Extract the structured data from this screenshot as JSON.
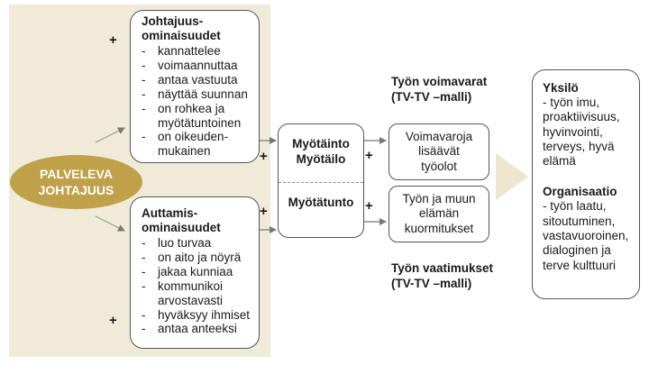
{
  "leadership": "PALVELEVA\nJOHTAJUUS",
  "leadership_qualities": {
    "title": "Johtajuus-\nominaisuudet",
    "items": [
      "kannattelee",
      "voimaannuttaa",
      "antaa vastuuta",
      "näyttää suunnan",
      "on rohkea ja\nmyötätuntoinen",
      "on oikeuden-\nmukainen"
    ]
  },
  "helping_qualities": {
    "title": "Auttamis-\nominaisuudet",
    "items": [
      "luo turvaa",
      "on aito ja nöyrä",
      "jakaa kunniaa",
      "kommunikoi\narvostavasti",
      "hyväksyy ihmiset",
      "antaa anteeksi"
    ]
  },
  "empathy_box": {
    "top": "Myötäinto\nMyötäilo",
    "bottom": "Myötätunto"
  },
  "resources_header": "Työn voimavarat\n(TV-TV –malli)",
  "demands_header": "Työn vaatimukset\n(TV-TV –malli)",
  "resources_box": "Voimavaroja\nlisäävät\ntyöolot",
  "demands_box": "Työn ja muun\nelämän\nkuormitukset",
  "outcomes": {
    "individual_title": "Yksilö",
    "individual_text": "- työn imu,\nproaktiivisuus,\nhyvinvointi,\nterveys, hyvä\nelämä",
    "organization_title": "Organisaatio",
    "organization_text": " - työn laatu,\nsitoutuminen,\nvastavuoroinen,\ndialoginen ja\nterve kulttuuri"
  },
  "plus_sign": "+",
  "colors": {
    "panel": "#f0ead8",
    "oval": "#bfa14a",
    "big_arrow": "#ece6cf",
    "border": "#555555"
  }
}
